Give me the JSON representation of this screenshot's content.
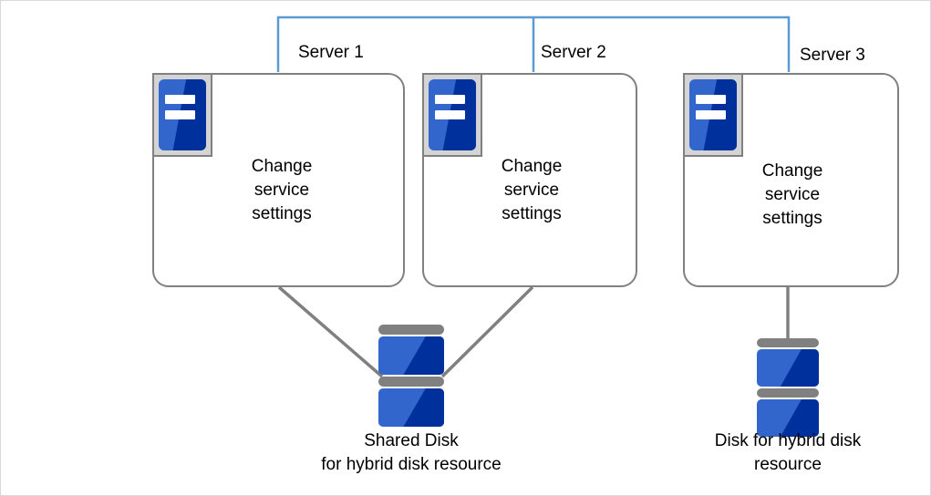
{
  "diagram": {
    "title": "Hybrid disk resource server configuration",
    "background_color": "#ffffff",
    "border_color": "#d9d9d9",
    "colors": {
      "bracket": "#5b9bd5",
      "connector": "#808080",
      "box_border": "#808080",
      "icon_frame": "#d4d4d4",
      "blue_light": "#3366cc",
      "blue_dark": "#00309b",
      "text": "#000000"
    }
  },
  "brackets": [
    {
      "label": "Server 1",
      "name": "server-1"
    },
    {
      "label": "Server 2",
      "name": "server-2"
    },
    {
      "label": "Server 3",
      "name": "server-3"
    }
  ],
  "servers": [
    {
      "name": "server-1",
      "caption": "Change\nservice\nsettings",
      "icon": "server-icon"
    },
    {
      "name": "server-2",
      "caption": "Change\nservice\nsettings",
      "icon": "server-icon"
    },
    {
      "name": "server-3",
      "caption": "Change\nservice\nsettings",
      "icon": "server-icon"
    }
  ],
  "disks": [
    {
      "name": "shared-disk",
      "caption": "Shared  Disk\nfor hybrid disk resource",
      "icon": "disk-stack-icon"
    },
    {
      "name": "hybrid-disk",
      "caption": "Disk for hybrid disk\nresource",
      "icon": "disk-stack-icon"
    }
  ]
}
